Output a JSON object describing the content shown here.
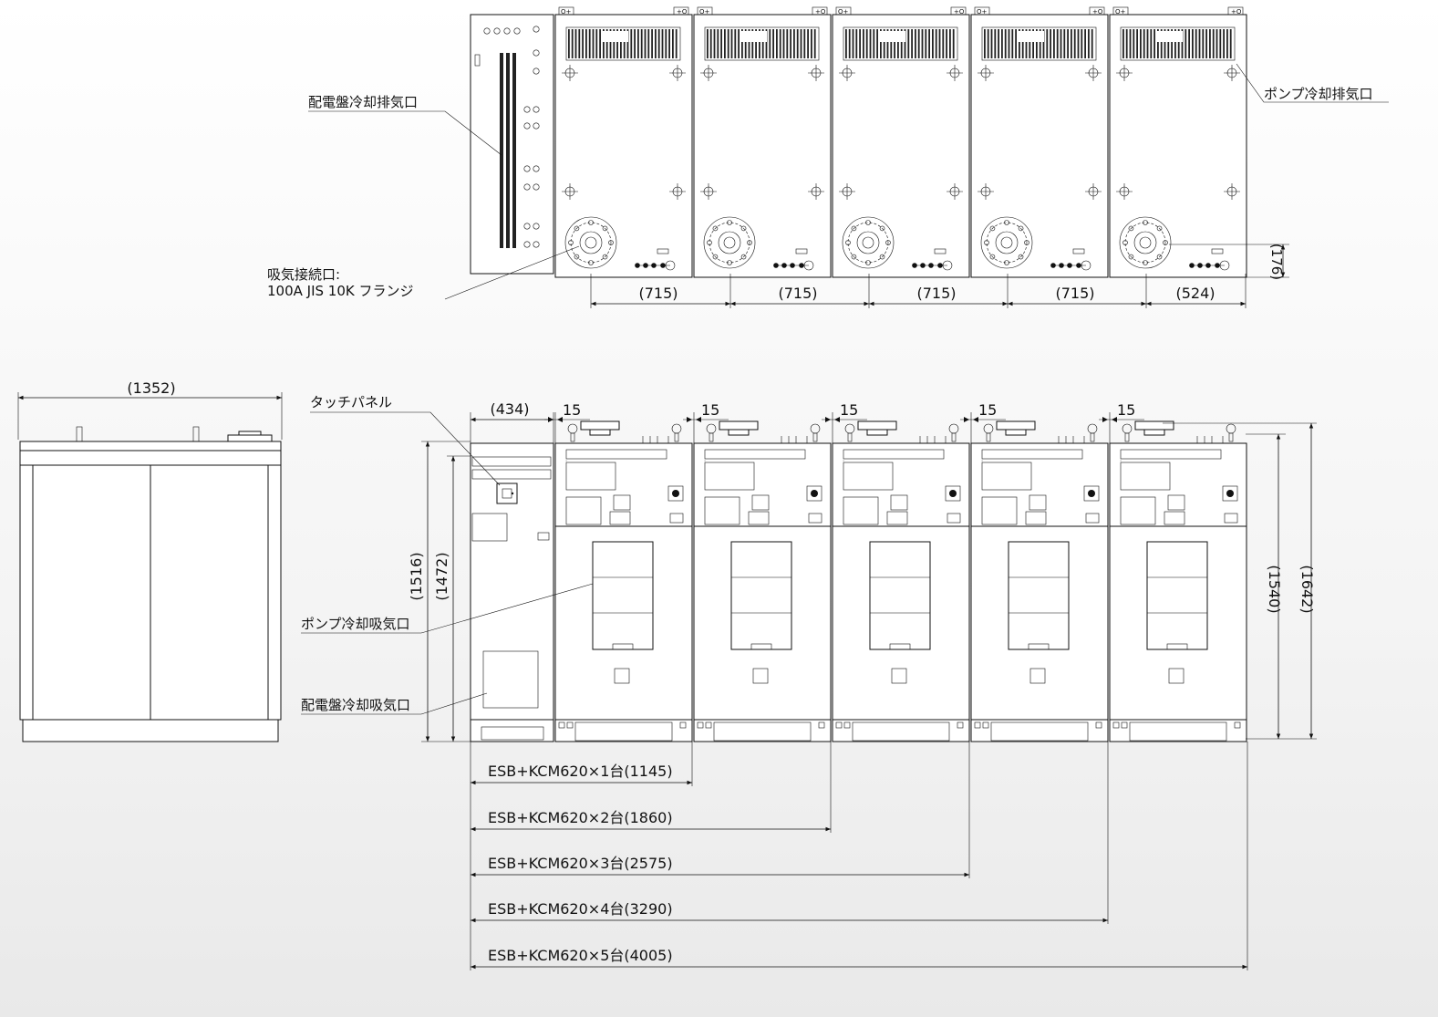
{
  "labels": {
    "panel_exhaust": "配電盤冷却排気口",
    "pump_exhaust": "ポンプ冷却排気口",
    "suction_line1": "吸気接続口:",
    "suction_line2": "100A JIS 10K フランジ",
    "touch_panel": "タッチパネル",
    "pump_intake": "ポンプ冷却吸気口",
    "panel_intake": "配電盤冷却吸気口"
  },
  "top_view_dims": {
    "pitch": [
      "(715)",
      "(715)",
      "(715)",
      "(715)",
      "(524)"
    ],
    "flange_height": "(176)"
  },
  "side_view_dims": {
    "width": "(1352)"
  },
  "front_view_dims": {
    "panel_width": "(434)",
    "gaps": [
      "15",
      "15",
      "15",
      "15",
      "15"
    ],
    "h1516": "(1516)",
    "h1472": "(1472)",
    "h1540": "(1540)",
    "h1642": "(1642)"
  },
  "configurations": [
    "ESB+KCM620×1台(1145)",
    "ESB+KCM620×2台(1860)",
    "ESB+KCM620×3台(2575)",
    "ESB+KCM620×4台(3290)",
    "ESB+KCM620×5台(4005)"
  ],
  "unit_count": 5
}
